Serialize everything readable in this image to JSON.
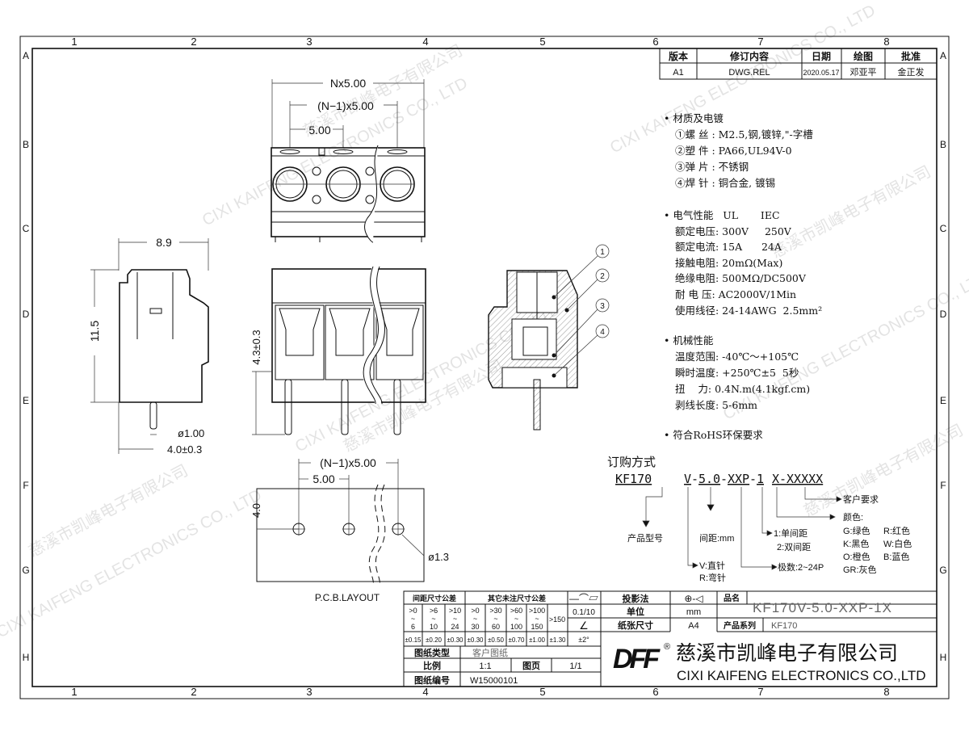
{
  "frame": {
    "columns": [
      "1",
      "2",
      "3",
      "4",
      "5",
      "6",
      "7",
      "8"
    ],
    "rows": [
      "A",
      "B",
      "C",
      "D",
      "E",
      "F",
      "G",
      "H"
    ]
  },
  "watermark": {
    "cn": "慈溪市凯峰电子有限公司",
    "en": "CIXI KAIFENG ELECTRONICS CO., LTD",
    "logo_text": "KAIFENG"
  },
  "revision_table": {
    "headers": [
      "版本",
      "修订内容",
      "日期",
      "绘图",
      "批准"
    ],
    "row": [
      "A1",
      "DWG.REL",
      "2020.05.17",
      "邓亚平",
      "金正发"
    ]
  },
  "dimensions": {
    "nx": "Nx5.00",
    "n1x": "(N−1)x5.00",
    "pitch": "5.00",
    "width": "8.9",
    "height": "11.5",
    "pin_len": "4.3±0.3",
    "pin_dia": "ø1.00",
    "pin_offset": "4.0±0.3",
    "pcb_n1x": "(N−1)x5.00",
    "pcb_pitch": "5.00",
    "pcb_edge": "4.0",
    "pcb_hole": "ø1.3",
    "pcb_label": "P.C.B.LAYOUT",
    "callouts": [
      "1",
      "2",
      "3",
      "4"
    ]
  },
  "specs": {
    "materials_title": "• 材质及电镀",
    "materials": [
      "①螺 丝 : M2.5,钢,镀锌,\"-字槽",
      "②塑 件 : PA66,UL94V-0",
      "③弹 片 : 不锈钢",
      "④焊 针 : 铜合金, 镀锡"
    ],
    "electrical_title": "• 电气性能   UL       IEC",
    "electrical": [
      "额定电压: 300V     250V",
      "额定电流: 15A      24A",
      "接触电阻: 20mΩ(Max)",
      "绝缘电阻: 500MΩ/DC500V",
      "耐 电 压: AC2000V/1Min",
      "使用线径: 24-14AWG  2.5mm²"
    ],
    "mechanical_title": "• 机械性能",
    "mechanical": [
      "温度范围: -40℃～+105℃",
      "瞬时温度: +250℃±5  5秒",
      "扭    力: 0.4N.m(4.1kgf.cm)",
      "剥线长度: 5-6mm"
    ],
    "rohs": "• 符合RoHS环保要求"
  },
  "ordering": {
    "title": "订购方式",
    "code_parts": [
      "KF170",
      "V",
      "-",
      "5.0",
      "-",
      "XXP",
      "-",
      "1",
      "X",
      "-XXXXX"
    ],
    "product_model": "产品型号",
    "pin_type": [
      "V:直针",
      "R:弯针"
    ],
    "pitch": "间距:mm",
    "poles": "极数:2~24P",
    "spacing": [
      "1:单间距",
      "2:双间距"
    ],
    "color_title": "颜色:",
    "colors": [
      "G:绿色",
      "R:红色",
      "K:黑色",
      "W:白色",
      "O:橙色",
      "B:蓝色",
      "GR:灰色"
    ],
    "customer": "客户要求"
  },
  "title_block": {
    "tol_header_pitch": "间距尺寸公差",
    "tol_header_other": "其它未注尺寸公差",
    "tol_symbols": "—⌒▱",
    "ranges_top": [
      ">0",
      ">6",
      ">10",
      ">0",
      ">30",
      ">60",
      ">100"
    ],
    "ranges_bottom": [
      "6",
      "10",
      "24",
      "30",
      "60",
      "100",
      "150"
    ],
    "range_150": ">150",
    "flat_tol": "0.1/10",
    "angle_sym": "∠",
    "tolerances": [
      "±0.15",
      "±0.20",
      "±0.30",
      "±0.30",
      "±0.50",
      "±0.70",
      "±1.00",
      "±1.30"
    ],
    "angle_tol": "±2°",
    "drawing_type_label": "图纸类型",
    "drawing_type": "客户图纸",
    "scale_label": "比例",
    "scale": "1:1",
    "page_label": "图页",
    "page": "1/1",
    "drawing_no_label": "图纸编号",
    "drawing_no": "W15000101",
    "projection_label": "投影法",
    "projection_symbol": "⊕-◁",
    "unit_label": "单位",
    "unit": "mm",
    "paper_label": "纸张尺寸",
    "paper": "A4",
    "name_label": "品名",
    "name": "KF170V-5.0-XXP-1X",
    "series_label": "产品系列",
    "series": "KF170",
    "logo": "DFF",
    "registered": "®",
    "company_cn": "慈溪市凯峰电子有限公司",
    "company_en": "CIXI KAIFENG ELECTRONICS CO.,LTD"
  }
}
